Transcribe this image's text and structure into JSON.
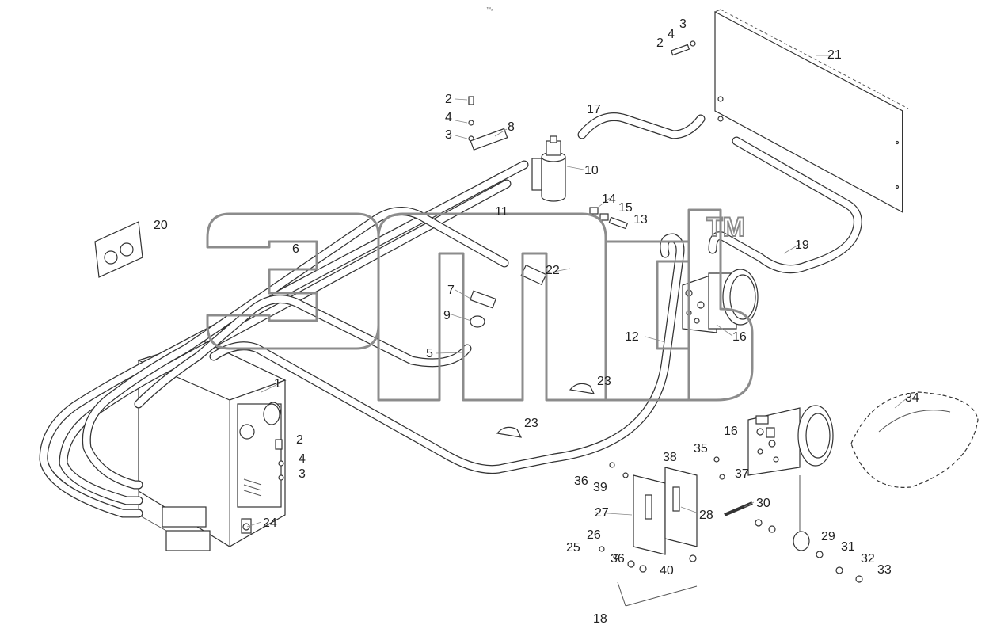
{
  "header_code": "™₂ ...",
  "watermark": {
    "trademark": "TM"
  },
  "callouts": {
    "c1": "1",
    "c2a": "2",
    "c2b": "2",
    "c2c": "2",
    "c3a": "3",
    "c3b": "3",
    "c3c": "3",
    "c4a": "4",
    "c4b": "4",
    "c4c": "4",
    "c5": "5",
    "c6": "6",
    "c7": "7",
    "c8": "8",
    "c9": "9",
    "c10": "10",
    "c11": "11",
    "c12": "12",
    "c13": "13",
    "c14": "14",
    "c15": "15",
    "c16a": "16",
    "c16b": "16",
    "c17": "17",
    "c18": "18",
    "c19": "19",
    "c20": "20",
    "c21": "21",
    "c22": "22",
    "c23a": "23",
    "c23b": "23",
    "c24": "24",
    "c25": "25",
    "c26": "26",
    "c27": "27",
    "c28": "28",
    "c29": "29",
    "c30": "30",
    "c31": "31",
    "c32": "32",
    "c33": "33",
    "c34": "34",
    "c35": "35",
    "c36a": "36",
    "c36b": "36",
    "c37": "37",
    "c38": "38",
    "c39": "39",
    "c40": "40"
  },
  "colors": {
    "line": "#333333",
    "watermark": "#8c8c8c",
    "background": "#ffffff"
  }
}
